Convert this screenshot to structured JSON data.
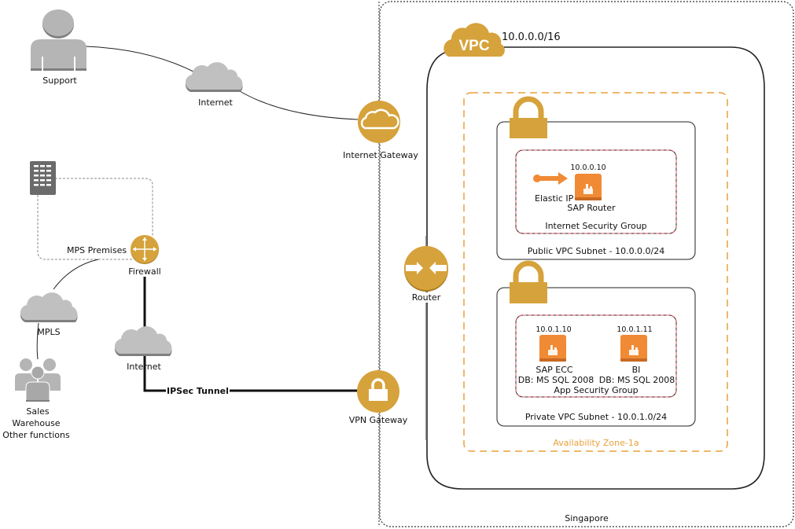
{
  "colors": {
    "aws_gold": "#d6a23b",
    "gray_icon": "#b5b5b5",
    "gray_icon_dark": "#7f7f7f",
    "instance_orange": "#f08a35",
    "zone_orange": "#e8a13a",
    "sg_red": "#e05560"
  },
  "external": {
    "support": {
      "label": "Support",
      "icon": "user-icon"
    },
    "internet_top": {
      "label": "Internet",
      "icon": "cloud-icon"
    },
    "premises": {
      "label": "MPS Premises",
      "icon": "building-icon"
    },
    "firewall": {
      "label": "Firewall",
      "icon": "firewall-icon"
    },
    "mpls": {
      "label": "MPLS",
      "icon": "cloud-icon"
    },
    "users": {
      "lines": [
        "Sales",
        "Warehouse",
        "Other functions"
      ],
      "icon": "users-icon"
    },
    "internet_bottom": {
      "label": "Internet",
      "icon": "cloud-icon"
    },
    "ipsec": {
      "label": "IPSec Tunnel"
    }
  },
  "region": {
    "label": "Singapore",
    "internet_gateway": {
      "label": "Internet Gateway",
      "icon": "internet-gateway-icon"
    },
    "vpn_gateway": {
      "label": "VPN Gateway",
      "icon": "vpn-gateway-icon"
    },
    "router": {
      "label": "Router",
      "icon": "router-icon"
    },
    "vpc": {
      "badge": "VPC",
      "cidr": "10.0.0.0/16",
      "availability_zone": {
        "label": "Availability Zone-1a",
        "public_subnet": {
          "label": "Public VPC Subnet - 10.0.0.0/24",
          "security_group": {
            "label": "Internet Security Group",
            "elastic_ip": "Elastic IP",
            "instances": [
              {
                "ip": "10.0.0.10",
                "name": "SAP Router",
                "db": ""
              }
            ]
          }
        },
        "private_subnet": {
          "label": "Private VPC Subnet - 10.0.1.0/24",
          "security_group": {
            "label": "App Security Group",
            "instances": [
              {
                "ip": "10.0.1.10",
                "name": "SAP ECC",
                "db": "DB: MS SQL 2008"
              },
              {
                "ip": "10.0.1.11",
                "name": "BI",
                "db": "DB: MS SQL 2008"
              }
            ]
          }
        }
      }
    }
  }
}
